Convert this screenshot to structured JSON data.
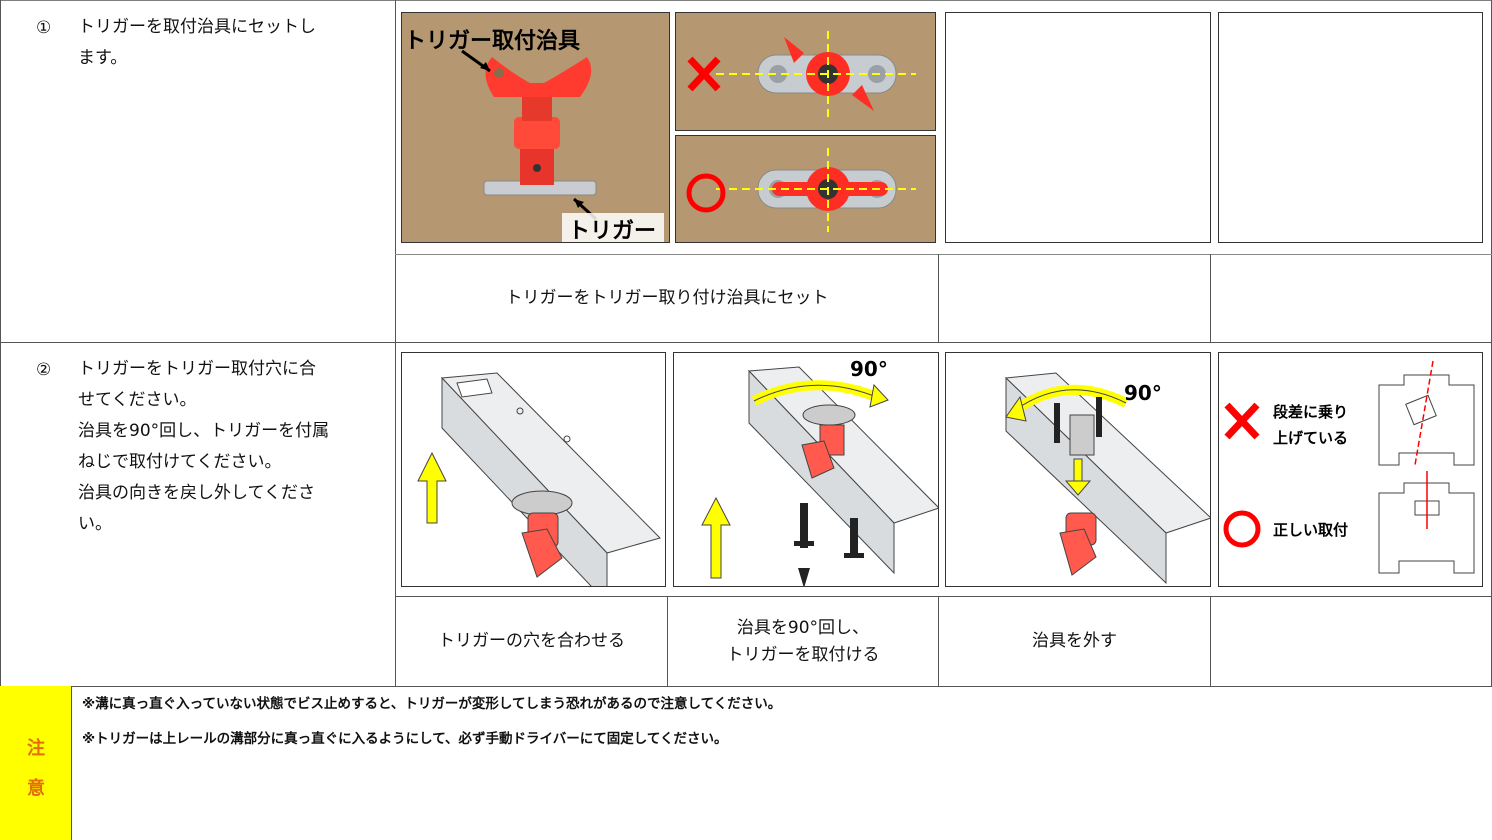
{
  "steps": [
    {
      "number": "①",
      "lines": [
        "トリガーを取付治具にセットし",
        "ます。"
      ],
      "captions": [
        "トリガーをトリガー取り付け治具にセット",
        "",
        ""
      ],
      "labels": {
        "jig": "トリガー取付治具",
        "trigger": "トリガー"
      }
    },
    {
      "number": "②",
      "lines": [
        "トリガーをトリガー取付穴に合",
        "せてください。",
        "治具を90°回し、トリガーを付属",
        "ねじで取付けてください。",
        "治具の向きを戻し外してくださ",
        "い。"
      ],
      "captions": [
        "トリガーの穴を合わせる",
        "治具を90°回し、\nトリガーを取付ける",
        "治具を外す",
        ""
      ],
      "angle_label": "90°",
      "labels": {
        "wrong": "段差に乗り\n上げている",
        "right": "正しい取付"
      }
    }
  ],
  "notice": {
    "badge": [
      "注",
      "意"
    ],
    "lines": [
      "※溝に真っ直ぐ入っていない状態でビス止めすると、トリガーが変形してしまう恐れがあるので注意してください。",
      "※トリガーは上レールの溝部分に真っ直ぐに入るようにして、必ず手動ドライバーにて固定してください。"
    ]
  },
  "colors": {
    "notice_bg": "#ffff00",
    "notice_text": "#e46c0a",
    "mark": "#ff0000",
    "arrow": "#ffff00"
  }
}
